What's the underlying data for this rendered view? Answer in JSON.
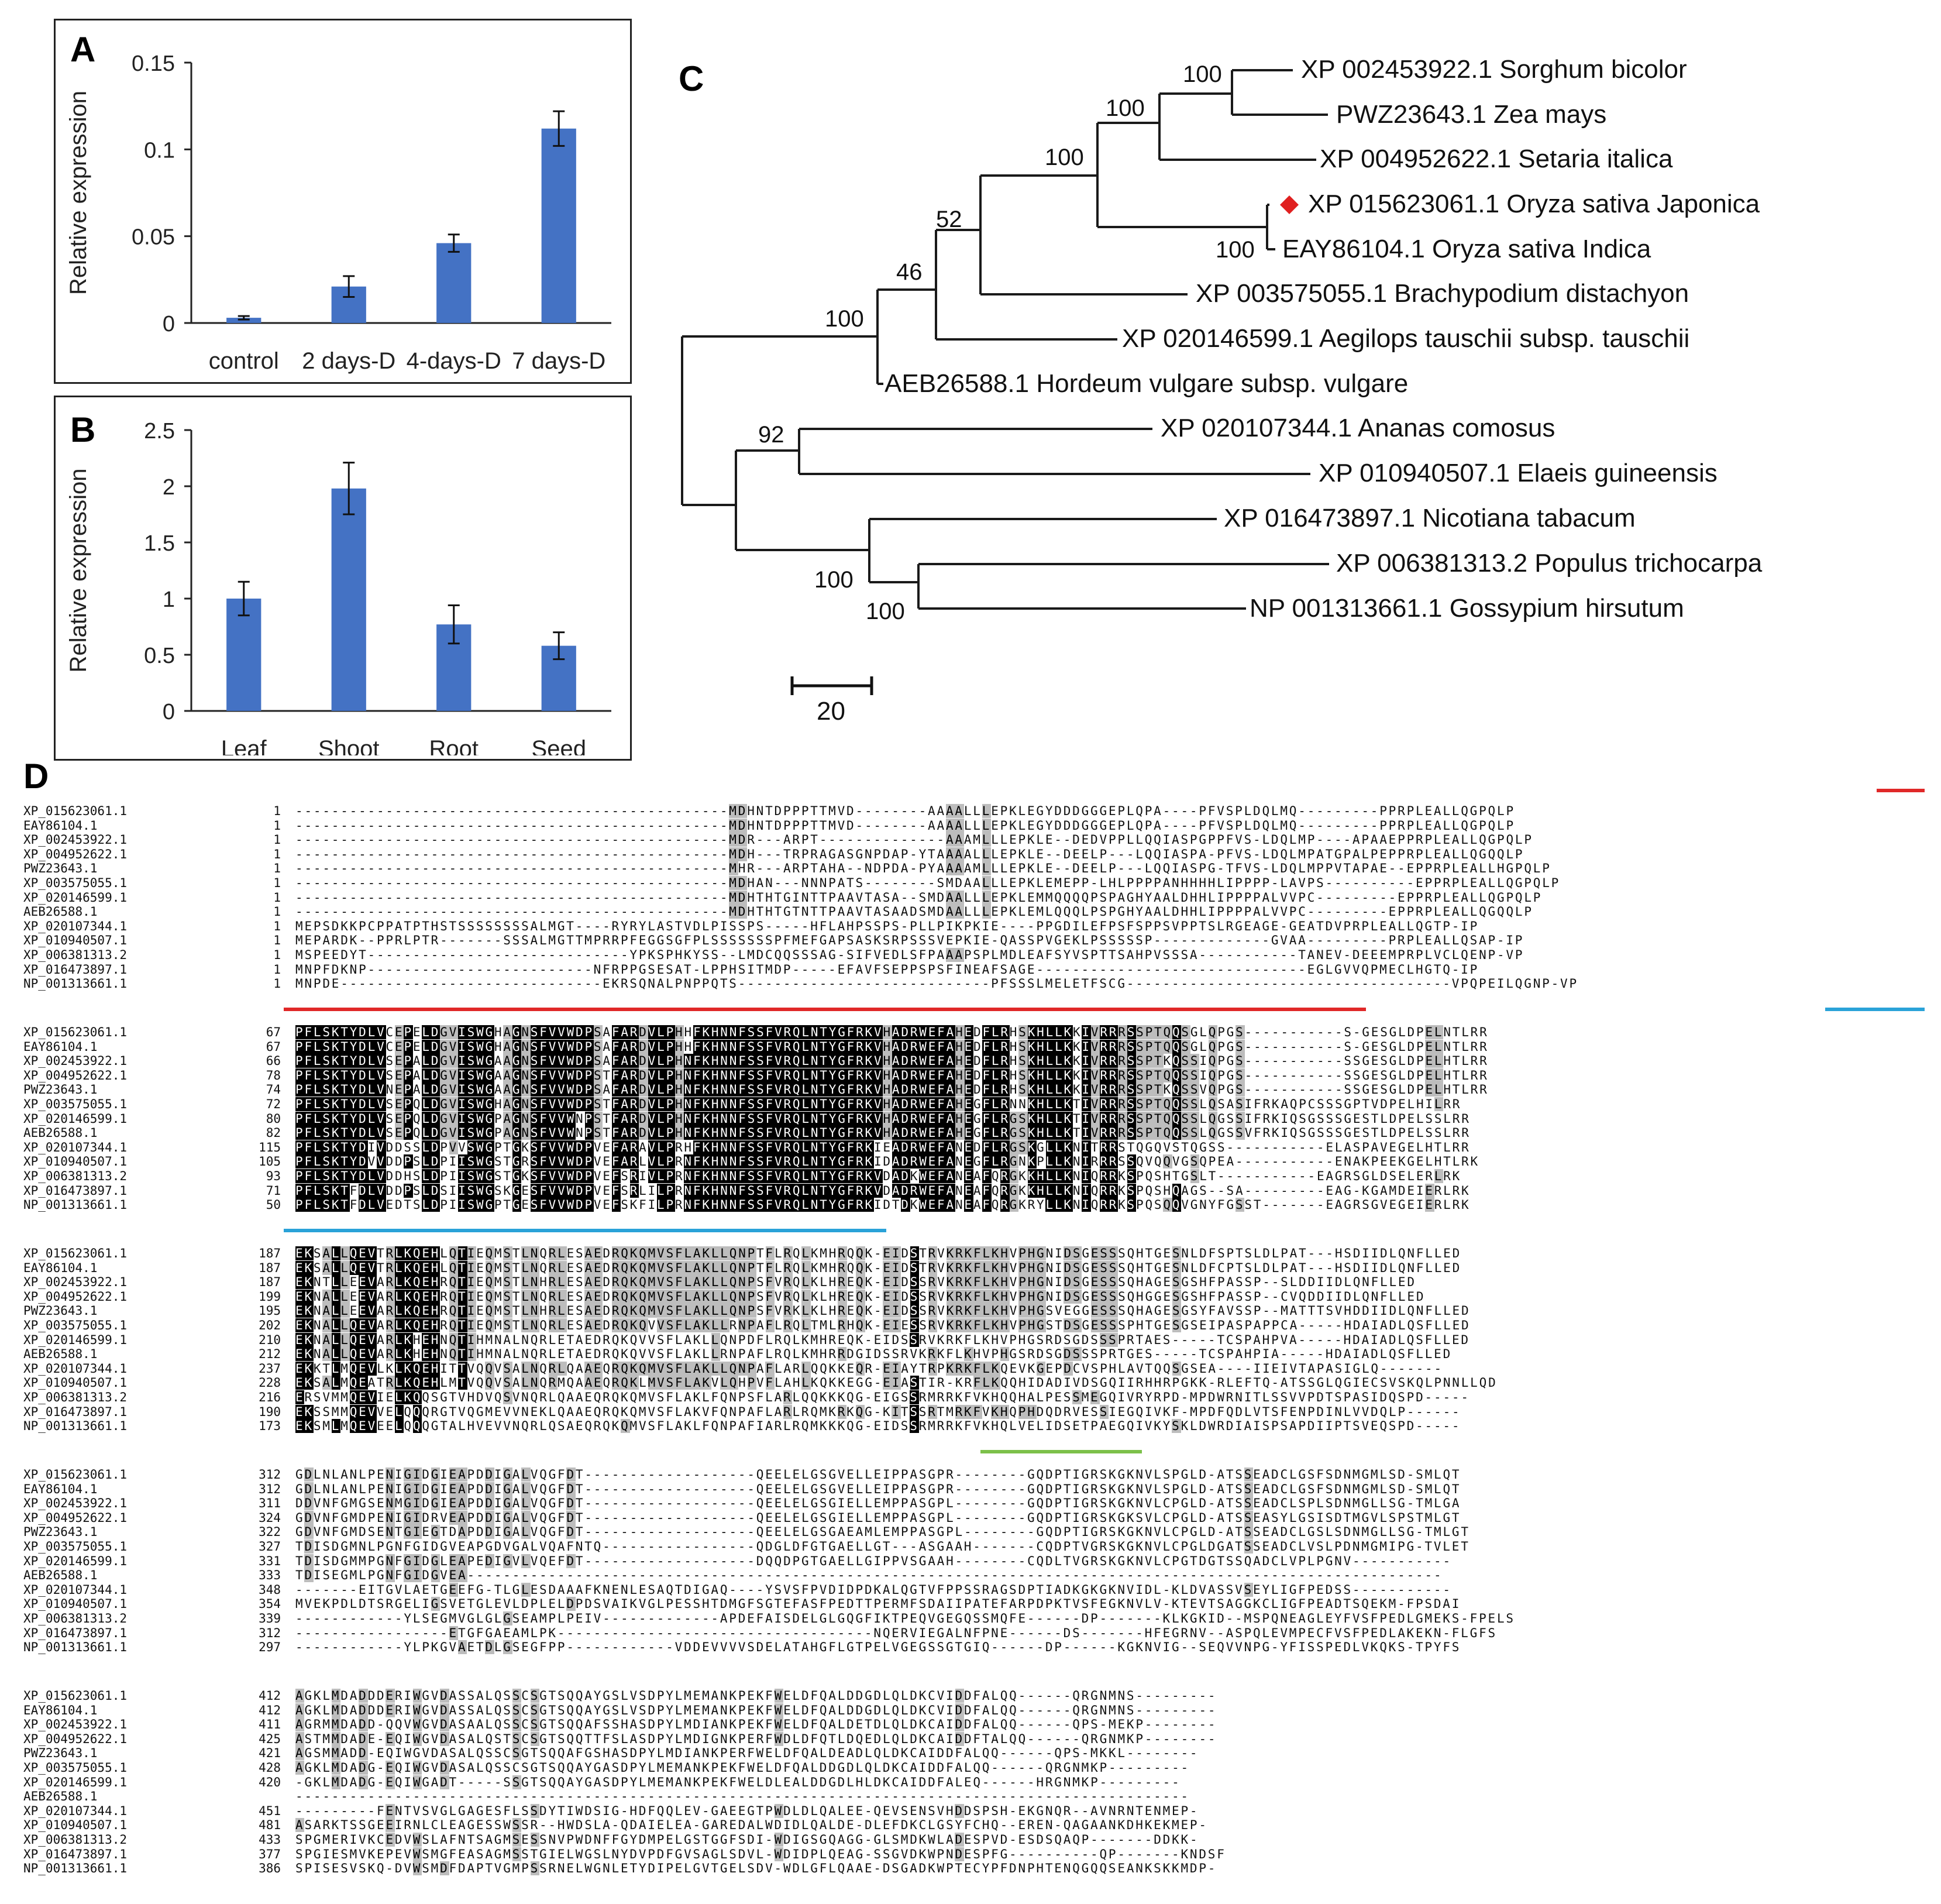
{
  "panels": {
    "A": {
      "letter": "A",
      "chart_data": {
        "type": "bar",
        "ylabel": "Relative expression",
        "categories": [
          "control",
          "2 days-D",
          "4-days-D",
          "7 days-D"
        ],
        "values": [
          0.003,
          0.021,
          0.046,
          0.112
        ],
        "errors": [
          0.001,
          0.006,
          0.005,
          0.01
        ],
        "ylim": [
          0,
          0.15
        ],
        "yticks": [
          "0",
          "0.05",
          "0.1",
          "0.15"
        ],
        "bar_color": "#4472c4"
      }
    },
    "B": {
      "letter": "B",
      "chart_data": {
        "type": "bar",
        "ylabel": "Relative expression",
        "categories": [
          "Leaf",
          "Shoot",
          "Root",
          "Seed"
        ],
        "values": [
          1.0,
          1.98,
          0.77,
          0.58
        ],
        "errors": [
          0.15,
          0.23,
          0.17,
          0.12
        ],
        "ylim": [
          0,
          2.5
        ],
        "yticks": [
          "0",
          "0.5",
          "1",
          "1.5",
          "2",
          "2.5"
        ],
        "bar_color": "#4472c4"
      }
    },
    "C": {
      "letter": "C",
      "taxa": [
        "XP 002453922.1 Sorghum bicolor",
        "PWZ23643.1 Zea mays",
        "XP 004952622.1 Setaria italica",
        "XP 015623061.1 Oryza sativa Japonica",
        "EAY86104.1 Oryza sativa Indica",
        "XP 003575055.1 Brachypodium distachyon",
        "XP 020146599.1 Aegilops tauschii subsp. tauschii",
        "AEB26588.1 Hordeum vulgare subsp. vulgare",
        "XP 020107344.1 Ananas comosus",
        "XP 010940507.1 Elaeis guineensis",
        "XP 016473897.1 Nicotiana tabacum",
        "XP 006381313.2 Populus trichocarpa",
        "NP 001313661.1 Gossypium hirsutum"
      ],
      "bootstrap": [
        "100",
        "100",
        "100",
        "100",
        "52",
        "46",
        "100",
        "92",
        "100",
        "100"
      ],
      "scale_label": "20",
      "marker_color": "#e02020"
    },
    "D": {
      "letter": "D",
      "blocks": [
        {
          "rows": [
            {
              "name": "XP_015623061.1",
              "pos": "1",
              "seq": "------------------------------------------------MDHNTDPPPTTMVD--------AAAALLLEPKLEGYDDDGGGEPLQPA----PFVSPLDQLMQ---------PPRPLEALLQGPQLP"
            },
            {
              "name": "EAY86104.1",
              "pos": "1",
              "seq": "------------------------------------------------MDHNTDPPPTTMVD--------AAAALLLEPKLEGYDDDGGGEPLQPA----PFVSPLDQLMQ---------PPRPLEALLQGPQLP"
            },
            {
              "name": "XP_002453922.1",
              "pos": "1",
              "seq": "------------------------------------------------MDR---ARPT--------------AAAMLLLEPKLE--DEDVPPLLQQIASPGPPFVS-LDQLMP----APAAEPPRPLEALLQGPQLP"
            },
            {
              "name": "XP_004952622.1",
              "pos": "1",
              "seq": "------------------------------------------------MDH---TRPRAGASGNPDAP-YTAAAALLLEPKLE--DEELP---LQQIASPA-PFVS-LDQLMPATGPALPEPPRPLEALLQGQQLP"
            },
            {
              "name": "PWZ23643.1",
              "pos": "1",
              "seq": "------------------------------------------------MHR---ARPTAHA--NDPDA-PYAAAAMLLLEPKLE--DEELP---LQQIASPG-TFVS-LDQLMPPVTAPAE--EPPRPLEALLHGPQLP"
            },
            {
              "name": "XP_003575055.1",
              "pos": "1",
              "seq": "------------------------------------------------MDHAN---NNNPATS--------SMDAALLLEPKLEMEPP-LHLPPPPANHHHHLIPPPP-LAVPS----------EPPRPLEALLQGPQLP"
            },
            {
              "name": "XP_020146599.1",
              "pos": "1",
              "seq": "------------------------------------------------MDHTHTGINTTPAAVTASA--SMDAALLLEPKLEMMQQQQPSPAGHYAALDHHLIPPPPALVVPC---------EPPRPLEALLQGPQLP"
            },
            {
              "name": "AEB26588.1",
              "pos": "1",
              "seq": "------------------------------------------------MDHTHTGTNTTPAAVTASAADSMDAALLLEPKLEMLQQQLPSPGHYAALDHHLIPPPPALVVPC---------EPPRPLEALLQGQQLP"
            },
            {
              "name": "XP_020107344.1",
              "pos": "1",
              "seq": "MEPSDKKPCPPATPTHSTSSSSSSSSALMGT----RYRYLASTVDLPISSPS-----HFLAHPSSPS-PLLPIKPKIE----PPGDILEFPSFSPPSVPPTSLRGEAGE-GEATDVPRPLEALLQGTP-IP"
            },
            {
              "name": "XP_010940507.1",
              "pos": "1",
              "seq": "MEPARDK--PPRLPTR-------SSSALMGTTMPRRPFEGGSGFPLSSSSSSSPFMEFGAPSASKSRPSSSVEPKIE-QASSPVGEKLPSSSSSP-------------GVAA---------PRPLEALLQSAP-IP"
            },
            {
              "name": "XP_006381313.2",
              "pos": "1",
              "seq": "MSPEEDYT-----------------------------YPKSPHKYSS--LMDCQQSSSAG-SIFVEDLSFPAAAPSPLMDLEAFSYVSPTTSAHPVSSSA-----------TANEV-DEEEMPRPLVCLQENP-VP"
            },
            {
              "name": "XP_016473897.1",
              "pos": "1",
              "seq": "MNPFDKNP-------------------------NFRPPGSESAT-LPPHSITMDP-----EFAVFSEPPSPSFINEAFSAGE------------------------------EGLGVVQPMECLHGTQ-IP"
            },
            {
              "name": "NP_001313661.1",
              "pos": "1",
              "seq": "MNPDE-----------------------------EKRSQNALPNPPQTS----------------------------PFSSSLMELETFSCG------------------------------------VPQPEILQGNP-VP"
            }
          ]
        },
        {
          "rows": [
            {
              "name": "XP_015623061.1",
              "pos": "67",
              "seq": "PFLSKTYDLVCEPELDGVISWGHAGNSFVVWDPSAFARDVLPHHFKHNNFSSFVRQLNTYGFRKVHADRWEFAHEDFLRHSKHLLKKIVRRRSSPTQQSGLQPGS-----------S-GESGLDPELNTLRR"
            },
            {
              "name": "EAY86104.1",
              "pos": "67",
              "seq": "PFLSKTYDLVCEPELDGVISWGHAGNSFVVWDPSAFARDVLPHHFKHNNFSSFVRQLNTYGFRKVHADRWEFAHEDFLRHSKHLLKKIVRRRSSPTQQSGLQPGS-----------S-GESGLDPELNTLRR"
            },
            {
              "name": "XP_002453922.1",
              "pos": "66",
              "seq": "PFLSKTYDLVSEPALDGVISWGAAGNSFVVWDPSAFARDVLPHNFKHNNFSSFVRQLNTYGFRKVHADRWEFAHEDFLRHSKHLLKKIVRRRSSPTKQSSIQPGS-----------SSGESGLDPELHTLRR"
            },
            {
              "name": "XP_004952622.1",
              "pos": "78",
              "seq": "PFLSKTYDLVSEPALDGVISWGAAGNSFVVWDPSTFARDVLPHNFKHNNFSSFVRQLNTYGFRKVHADRWEFAHEDFLRHSKHLLKKIVRRRSSPTQQSSIQPGS-----------SSGESGLDPELHTLRR"
            },
            {
              "name": "PWZ23643.1",
              "pos": "74",
              "seq": "PFLSKTYDLVNEPALDGVISWGAAGNSFVVWDPSAFARDVLPHNFKHNNFSSFVRQLNTYGFRKVHADRWEFAHEDFLRHSKHLLKKIVRRRSSPTKQSSVQPGS-----------SSGESGLDPELHTLRR"
            },
            {
              "name": "XP_003575055.1",
              "pos": "72",
              "seq": "PFLSKTYDLVSEPQLDGVISWGHAGNSFVVWDPSTFARDVLPHNFKHNNFSSFVRQLNTYGFRKVHADRWEFAHEGFLRNNKHLLKTIVRRRSSPTQQSSLQSASIFRKAQPCSSSGPTVDPELHILRR"
            },
            {
              "name": "XP_020146599.1",
              "pos": "80",
              "seq": "PFLSKTYDLVSEPQLDGVISWGPAGNSFVVWNPSTFARDVLPHNFKHNNFSSFVRQLNTYGFRKVHADRWEFAHEGFLRGSKHLLKTIVRRRSSPTQQSSLQGSSIFRKIQSGSSSGESTLDPELSSLRR"
            },
            {
              "name": "AEB26588.1",
              "pos": "82",
              "seq": "PFLSKTYDLVSEPQLDGVISWGPAGNSFVVWNPSTFARDVLPHNFKHNNFSSFVRQLNTYGFRKVHADRWEFAHEGFLRGSKHLLKTIVRRRSSPTQQSSLQGSSVFRKIQSGSSSGESTLDPELSSLRR"
            },
            {
              "name": "XP_020107344.1",
              "pos": "115",
              "seq": "PFLSKTYDIVDDSSLDPVVSWGPTGKSFVVWDPVEFARAVLPRHFKHNNFSSFVRQLNTYGFRKIEADRWEFANEDFLRGSKGLLKNITRRSTQGQVSTQGSS-----------ELASPAVEGELHTLRR"
            },
            {
              "name": "XP_010940507.1",
              "pos": "105",
              "seq": "PFLSKTYDVVDDPSLDPIISWGSTGRSFVVWDPVEFARLVLPRNFKHNNFSSFVRQLNTYGFRKIDADRWEFANEGFLRGNKPLLKNIRRRSSQVQQVGSQPEA-----------ENAKPEEKGELHTLRK"
            },
            {
              "name": "XP_006381313.2",
              "pos": "93",
              "seq": "PFLSKTYDLVDDHSLDPIISWGSTGKSFVVWDPVEFSRIVLPRNFKHNNFSSFVRQLNTYGFRKVDADKWEFANEAFQRGKKHLLKNIQRRKSPQSHTGSLT-----------EAGRSGLDSELERLRK"
            },
            {
              "name": "XP_016473897.1",
              "pos": "71",
              "seq": "PFLSKTFDLVDDPSLDSIISWGSKGESFVVWDPVEFSRLILPRNFKHNNFSSFVRQLNTYGFRKVDADRWEFANEAFQRGKKHLLKNIQRRKSPQSHQAGS--SA---------EAG-KGAMDEIERLRK"
            },
            {
              "name": "NP_001313661.1",
              "pos": "50",
              "seq": "PFLSKTFDLVEDTSLDPIISWGPTGESFVVWDPVEFSKFILPRNFKHNNFSSFVRQLNTYGFRKIDTDKWEFANEAFQRGKRYLLKNIQRRKSPQSQQVGNYFGSST-------EAGRSGVEGEIERLRK"
            }
          ]
        },
        {
          "rows": [
            {
              "name": "XP_015623061.1",
              "pos": "187",
              "seq": "EKSALLQEVTRLKQEHLQTIEQMSTLNQRLESAEDRQKQMVSFLAKLLQNPTFLRQLKMHRQQK-EIDSTRVKRKFLKHVPHGNIDSGESSSQHTGESNLDFSPTSLDLPAT---HSDIIDLQNFLLED"
            },
            {
              "name": "EAY86104.1",
              "pos": "187",
              "seq": "EKSALLQEVTRLKQEHLQTIEQMSTLNQRLESAEDRQKQMVSFLAKLLQNPTFLRQLKMHRQQK-EIDSTRVKRKFLKHVPHGNIDSGESSSQHTGESNLDFCPTSLDLPAT---HSDIIDLQNFLLED"
            },
            {
              "name": "XP_002453922.1",
              "pos": "187",
              "seq": "EKNTLLEEVARLKQEHRQTIEQMSTLNHRLESAEDRQKQMVSFLAKLLQNPSFVRQLKLHREQK-EIDSSRVKRKFLKHVPHGNIDSGESSSQHAGESGSHFPASSP--SLDDIIDLQNFLLED"
            },
            {
              "name": "XP_004952622.1",
              "pos": "199",
              "seq": "EKNALLEEVARLKQEHRQTIEQMSTLNQRLESAEDRQKQMVSFLAKLLQNPSFVRQLKLHREQK-EIDSSRVKRKFLKHVPHGNIDSGESSSQHGGESGSHFPASSP--CVQDDIIDLQNFLLED"
            },
            {
              "name": "PWZ23643.1",
              "pos": "195",
              "seq": "EKNALLEEVARLKQEHRQTIEQMSTLNHRLESAEDRQKQMVSFLAKLLQNPSFVRKLKLHREQK-EIDSSRVKRKFLKHVPHGSVEGGESSSQHAGESGSYFAVSSP--MATTTSVHDDIIDLQNFLLED"
            },
            {
              "name": "XP_003575055.1",
              "pos": "202",
              "seq": "EKNALLQEVARLKQEHRQTIEQMSTLNQRLESAEDRQKQVVSFLAKLLRNPAFLRQLTMLRHQK-EIESSRVKRKFLKHVPHGSTDSGESSSPHTGESGSEIPASPAPPCA-----HDAIADLQSFLLED"
            },
            {
              "name": "XP_020146599.1",
              "pos": "210",
              "seq": "EKNALLQEVARLKHEHNQTIHMNALNQRLETAEDRQKQVVSFLAKLLQNPDFLRQLKMHREQK-EIDSSRVKRKFLKHVPHGSRDSGDSSSPRTAES-----TCSPAHPVA-----HDAIADLQSFLLED"
            },
            {
              "name": "AEB26588.1",
              "pos": "212",
              "seq": "EKNALLQEVARLKHEHNQTIHMNALNQRLETAEDRQKQVVSFLAKLLRNPAFLRQLKMHRRDGIDSSRVKRKFLKHVPHGSRDSGDSSSPRTGES-----TCSPAHPIA-----HDAIADLQSFLLED"
            },
            {
              "name": "XP_020107344.1",
              "pos": "237",
              "seq": "EKKTLMQEVLKLKQEHITTVQQVSALNQRLQAAEQRQKQMVSFLAKLLQNPAFLARLQQKKEQR-EIAYTRPKRKFLKQEVKGEPDCVSPHLAVTQQSGSEA----IIEIVTAPASIGLQ-------"
            },
            {
              "name": "XP_010940507.1",
              "pos": "228",
              "seq": "EKSALMQEATRLKQEHLMTVQQVSALNQRMQAAEQRQKLMVSFLAKVLQHPVFLAHLKQKKEGG-EIASTIR-KRFLKQQHIDADIVDSGQIIRHHRPGKK-RLEFTQ-ATSSGLQGIECSVSKQLPNNLLQD"
            },
            {
              "name": "XP_006381313.2",
              "pos": "216",
              "seq": "ERSVMMQEVIELKQQSGTVHDVQSVNQRLQAAEQRQKQMVSFLAKLFQNPSFLARLQQKKKQG-EIGSSRMRRKFVKHQQHALPESSMEGQIVRYRPD-MPDWRNITLSSVVPDTSPASIDQSPD-----"
            },
            {
              "name": "XP_016473897.1",
              "pos": "190",
              "seq": "EKSSMMQEVVELQQQRGTVQGMEVVNEKLQAAEQRQKQMVSFLAKVFQNPAFLARLRQMKRKQG-KITSSRTMRKFVKHQPHDQDRVESSIEGQIVKF-MPDFQDLVTSFENPDINLVVDQLP------"
            },
            {
              "name": "NP_001313661.1",
              "pos": "173",
              "seq": "EKSMLMQEVEELQQQGTALHVEVVNQRLQSAEQRQKQMVSFLAKLFQNPAFIARLRQMKKKQG-EIDSSRMRRKFVKHQLVELIDSETPAEGQIVKYSKLDWRDIAISPSAPDIIPTSVEQSPD-----"
            }
          ]
        },
        {
          "rows": [
            {
              "name": "XP_015623061.1",
              "pos": "312",
              "seq": "GDLNLANLPENIGIDGIEAPDDIGALVQGFDT-------------------QEELELGSGVELLEIPPASGPR--------GQDPTIGRSKGKNVLSPGLD-ATSSEADCLGSFSDNMGMLSD-SMLQT"
            },
            {
              "name": "EAY86104.1",
              "pos": "312",
              "seq": "GDLNLANLPENIGIDGIEAPDDIGALVQGFDT-------------------QEELELGSGVELLEIPPASGPR--------GQDPTIGRSKGKNVLSPGLD-ATSSEADCLGSFSDNMGMLSD-SMLQT"
            },
            {
              "name": "XP_002453922.1",
              "pos": "311",
              "seq": "DDVNFGMGSENMGIDGIEAPDDIGALVQGFDT-------------------QEELELGSGIELLEMPPASGPL--------GQDPTIGRSKGKNVLCPGLD-ATSSEADCLSPLSDNMGLLSG-TMLGA"
            },
            {
              "name": "XP_004952622.1",
              "pos": "324",
              "seq": "GDVNFGMDPENIGIDRVEAPDDIGALVQGFDT-------------------QEELELGSGIELLEMPPASGPL--------GQDPTIGRSKGKSVLCPGLD-ATSSEASYLGSISDTMGVLSPSTMLGT"
            },
            {
              "name": "PWZ23643.1",
              "pos": "322",
              "seq": "GDVNFGMDSENTGIEGTDAPDDIGALVQGFDT-------------------QEELELGSGAEAMLEMPPASGPL--------GQDPTIGRSKGKNVLCPGLD-ATSSEADCLGSLSDNMGLLSG-TMLGT"
            },
            {
              "name": "XP_003575055.1",
              "pos": "327",
              "seq": "TDISDGMNLPGNFGIDGVEAPGDVGALVQAFNTQ-----------------QDGLDFGTGAELLGT---ASGAAH-------CQDPTVGRSKGKNVLCPGLDGATSSEADCLVSLPDNMGMIPG-TVLET"
            },
            {
              "name": "XP_020146599.1",
              "pos": "331",
              "seq": "TDISDGMMPGNFGIDGLEAPEDIGVLVQEFDT-------------------DQQDPGTGAELLGIPPVSGAAH--------CQDLTVGRSKGKNVLCPGTDGTSSQADCLVPLPGNV-----------"
            },
            {
              "name": "AEB26588.1",
              "pos": "333",
              "seq": "TDISEGMLPGNFGIDGVEA------------------------------------------------------------------------------------------------------------"
            },
            {
              "name": "XP_020107344.1",
              "pos": "348",
              "seq": "-------EITGVLAETGEEFG-TLGLESDAAAFKNENLESAQTDIGAQ----YSVSFPVDIDPDKALQGTVFPPSSRAGSDPTIADKGKGKNVIDL-KLDVASSVSEYLIGFPEDSS-----------"
            },
            {
              "name": "XP_010940507.1",
              "pos": "354",
              "seq": "MVEKPDLDTSRGELIGSVETGLEVLDPLELDPDSVAIKVGLPESSHTDMGFSGTEFASFPEDTTPERMFSDAIIPATEFARPDPKTVSFEGKNVLV-KTEVTSAGGKCLIGFPEADTSQEKM-FPSDAI"
            },
            {
              "name": "XP_006381313.2",
              "pos": "339",
              "seq": "------------YLSEGMVGLGLGSEAMPLPEIV-------------APDEFAISDELGLGQGFIKTPEQVGEGQSSMQFE------DP-------KLKGKID--MSPQNEAGLEYFVSFPEDLGMEKS-FPELS"
            },
            {
              "name": "XP_016473897.1",
              "pos": "312",
              "seq": "-----------------ETGFGAEAMLPK-----------------------------------NQERVIEGALNFPNE------DS-------HFEGRNV--ASPQLEVMPECFVSFPEDLAKEKN-FLGFS"
            },
            {
              "name": "NP_001313661.1",
              "pos": "297",
              "seq": "------------YLPKGVAETDLGSEGFPP------------VDDEVVVVSDELATAHGFLGTPELVGEGSSGTGIQ------DP------KGKNVIG--SEQVVNPG-YFISSPEDLVKQKS-TPYFS"
            }
          ]
        },
        {
          "rows": [
            {
              "name": "XP_015623061.1",
              "pos": "412",
              "seq": "AGKLMDADDDERIWGVDASSALQSSCSGTSQQAYGSLVSDPYLMEMANKPEKFWELDFQALDDGDLQLDKCVIDDFALQQ------QRGNMNS---------"
            },
            {
              "name": "EAY86104.1",
              "pos": "412",
              "seq": "AGKLMDADDDERIWGVDASSALQSSCSGTSQQAYGSLVSDPYLMEMANKPEKFWELDFQALDDGDLQLDKCVIDDFALQQ------QRGNMNS---------"
            },
            {
              "name": "XP_002453922.1",
              "pos": "411",
              "seq": "AGRMMDADD-QQVWGVDASAALQSSCSGTSQQAFSSHASDPYLMDIANKPEKFWELDFQALDETDLQLDKCAIDDFALQQ------QPS-MEKP--------"
            },
            {
              "name": "XP_004952622.1",
              "pos": "425",
              "seq": "ASTMMDADE-EQIWGVDASALQSTSCSGTSQQTTFSLASDPYLMDIGNKPERFWDLDFQTLDQEDLQLDKCAIDDFTALQQ------QRGNMKP--------"
            },
            {
              "name": "PWZ23643.1",
              "pos": "421",
              "seq": "AGSMMADD-EQIWGVDASALQSSCSGTSQQAFGSHASDPYLMDIANKPERFWELDFQALDEADLQLDKCAIDDFALQQ------QPS-MKKL--------"
            },
            {
              "name": "XP_003575055.1",
              "pos": "428",
              "seq": "AGKLMDADG-EQIWGVDASALQSSCSGTSQQAYGASDPYLMEMANKPEKFWELDFQALDDGDLQLDKCAIDDFALQQ------QRGNMKP---------"
            },
            {
              "name": "XP_020146599.1",
              "pos": "420",
              "seq": "-GKLMDADG-EQIWGADT-----SSGTSQQAYGASDPYLMEMANKPEKFWELDLEALDDGDLHLDKCAIDDFALEQ------HRGNMKP---------"
            },
            {
              "name": "AEB26588.1",
              "pos": "",
              "seq": "---------------------------------------------------------------------------------------------------"
            },
            {
              "name": "XP_020107344.1",
              "pos": "451",
              "seq": "---------FENTVSVGLGAGESFLSSDYTIWDSIG-HDFQQLEV-GAEEGTPWDLDLQALEE-QEVSENSVHDDSPSH-EKGNQR--AVNRNTENMEP-"
            },
            {
              "name": "XP_010940507.1",
              "pos": "481",
              "seq": "ASARKTSSGEEIRNLCLEAGESSWSSR--HWDSLA-QDAIELEA-GAREDALWDIDLQALDE-DLEFDKCLGSYFCHQ--EREN-QAGAANKDHKEKMEP-"
            },
            {
              "name": "XP_006381313.2",
              "pos": "433",
              "seq": "SPGMERIVKCEDVWSLAFNTSAGMSESSNVPWDNFFGYDMPELGSTGGFSDI-WDIGSGQAGG-GLSMDKWLADESPVD-ESDSQAQP-------DDKK-"
            },
            {
              "name": "XP_016473897.1",
              "pos": "377",
              "seq": "SPGIESMVKEPEVWSMGFEASAGMSSTGIELWGSLNYDVPDFGVSAGLSDVL-WDIDPLQEAG-SSGVDKWPNDESPFG----------QP-------KNDSF"
            },
            {
              "name": "NP_001313661.1",
              "pos": "386",
              "seq": "SPISESVSKQ-DVWSMDFDAPTVGMPSSRNELWGNLETYDIPELGVTGELSDV-WDLGFLQAAE-DSGADKWPTECYPFDNPHTENQGQQSEANKSKKMDP-"
            }
          ]
        }
      ]
    }
  }
}
